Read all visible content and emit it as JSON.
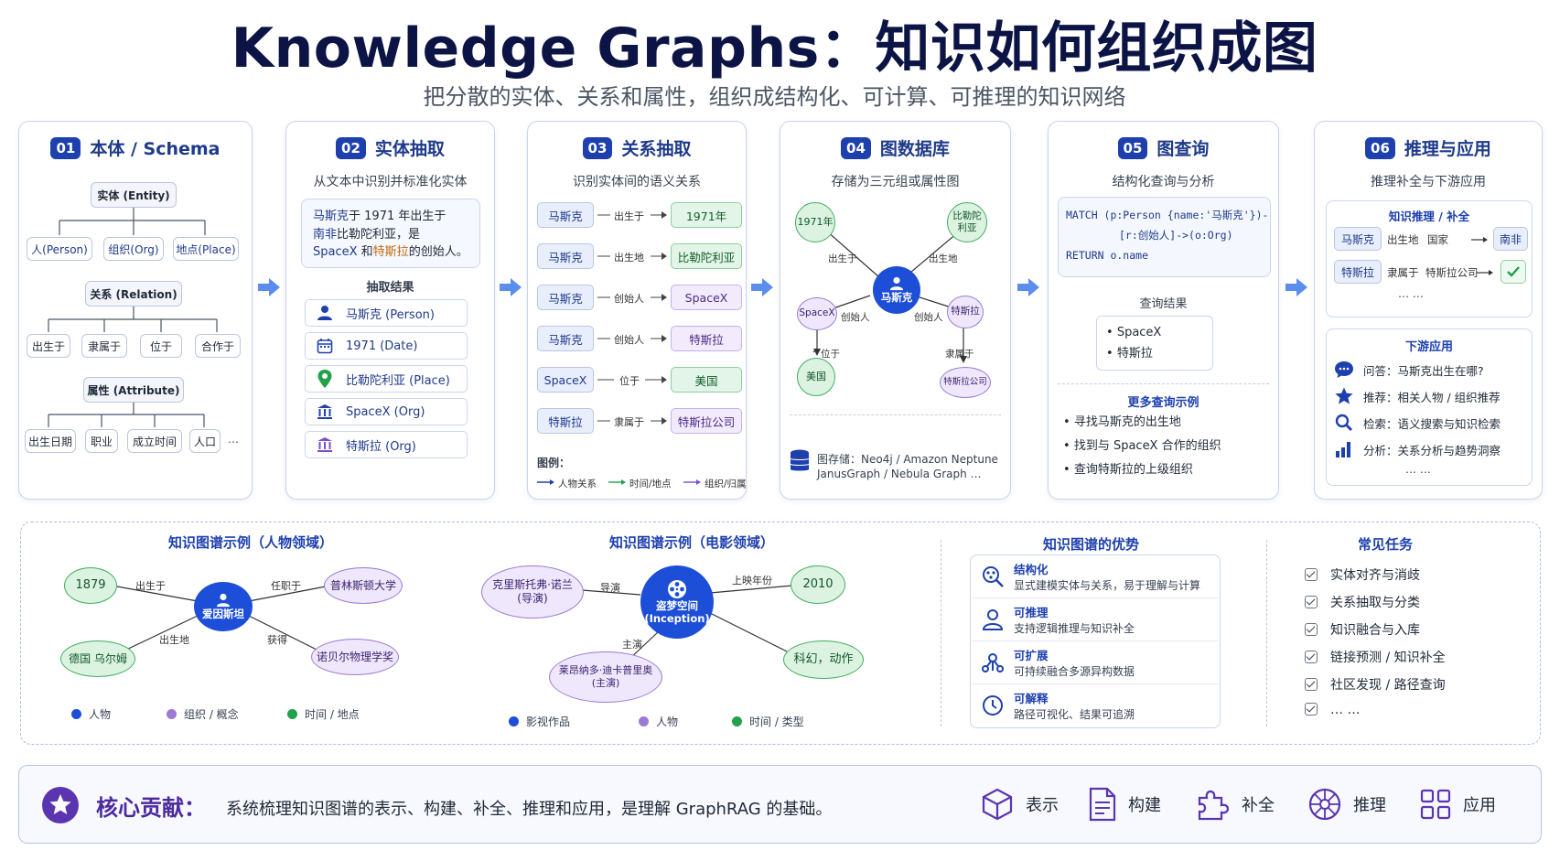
{
  "header": {
    "title": "Knowledge Graphs：知识如何组织成图",
    "subtitle": "把分散的实体、关系和属性，组织成结构化、可计算、可推理的知识网络"
  },
  "cards": [
    {
      "num": "01",
      "title": "本体 / Schema"
    },
    {
      "num": "02",
      "title": "实体抽取",
      "sub": "从文本中识别并标准化实体"
    },
    {
      "num": "03",
      "title": "关系抽取",
      "sub": "识别实体间的语义关系"
    },
    {
      "num": "04",
      "title": "图数据库",
      "sub": "存储为三元组或属性图"
    },
    {
      "num": "05",
      "title": "图查询",
      "sub": "结构化查询与分析"
    },
    {
      "num": "06",
      "title": "推理与应用",
      "sub": "推理补全与下游应用"
    }
  ],
  "schema": {
    "entity": "实体 (Entity)",
    "entity_types": [
      "人(Person)",
      "组织(Org)",
      "地点(Place)"
    ],
    "relation": "关系 (Relation)",
    "relation_types": [
      "出生于",
      "隶属于",
      "位于",
      "合作于"
    ],
    "attribute": "属性 (Attribute)",
    "attribute_types": [
      "出生日期",
      "职业",
      "成立时间",
      "人口"
    ],
    "more": "…"
  },
  "extraction": {
    "text_parts": [
      "马斯克",
      "于 1971 年出生于",
      "南非",
      "比勒陀利亚，是",
      "SpaceX",
      " 和",
      "特斯拉",
      "的创始人。"
    ],
    "result_title": "抽取结果",
    "results": [
      "马斯克 (Person)",
      "1971 (Date)",
      "比勒陀利亚 (Place)",
      "SpaceX (Org)",
      "特斯拉 (Org)"
    ]
  },
  "relations": {
    "rows": [
      {
        "h": "马斯克",
        "r": "出生于",
        "t": "1971年"
      },
      {
        "h": "马斯克",
        "r": "出生地",
        "t": "比勒陀利亚"
      },
      {
        "h": "马斯克",
        "r": "创始人",
        "t": "SpaceX"
      },
      {
        "h": "马斯克",
        "r": "创始人",
        "t": "特斯拉"
      },
      {
        "h": "SpaceX",
        "r": "位于",
        "t": "美国"
      },
      {
        "h": "特斯拉",
        "r": "隶属于",
        "t": "特斯拉公司"
      }
    ],
    "legend_title": "图例：",
    "legend": [
      "人物关系",
      "时间/地点",
      "组织/归属"
    ]
  },
  "graphdb": {
    "center": "马斯克",
    "nodes": [
      "1971年",
      "比勒陀\n利亚",
      "SpaceX",
      "特斯拉",
      "美国",
      "特斯拉公司"
    ],
    "edges": [
      "出生于",
      "出生地",
      "创始人",
      "创始人",
      "位于",
      "隶属于"
    ],
    "storage_line1": "图存储：Neo4j / Amazon Neptune",
    "storage_line2": "JanusGraph / Nebula Graph …"
  },
  "query": {
    "code_line1": "MATCH (p:Person {name:'马斯克'})-",
    "code_line2": "[r:创始人]->(o:Org)",
    "code_line3": "RETURN o.name",
    "result_title": "查询结果",
    "results": [
      "SpaceX",
      "特斯拉"
    ],
    "more_title": "更多查询示例",
    "more": [
      "寻找马斯克的出生地",
      "找到与 SpaceX 合作的组织",
      "查询特斯拉的上级组织"
    ]
  },
  "reasoning": {
    "infer_title": "知识推理 / 补全",
    "infer_rows": [
      {
        "a": "马斯克",
        "b": "出生地",
        "c": "国家",
        "d": "南非"
      },
      {
        "a": "特斯拉",
        "b": "隶属于",
        "c": "特斯拉公司",
        "d": ""
      }
    ],
    "infer_more": "… …",
    "app_title": "下游应用",
    "apps": [
      "问答：马斯克出生在哪?",
      "推荐：相关人物 / 组织推荐",
      "检索：语义搜索与知识检索",
      "分析：关系分析与趋势洞察"
    ],
    "apps_more": "… …"
  },
  "example_person": {
    "title": "知识图谱示例（人物领域）",
    "center": "爱因斯坦",
    "nodes": [
      "1879",
      "普林斯顿大学",
      "德国 乌尔姆",
      "诺贝尔物理学奖"
    ],
    "edges": [
      "出生于",
      "任职于",
      "出生地",
      "获得"
    ],
    "legend": [
      "人物",
      "组织 / 概念",
      "时间 / 地点"
    ]
  },
  "example_movie": {
    "title": "知识图谱示例（电影领域）",
    "center": "盗梦空间\n(Inception)",
    "nodes": [
      "克里斯托弗·诺兰\n(导演)",
      "2010",
      "莱昂纳多·迪卡普里奥\n(主演)",
      "科幻，动作"
    ],
    "edges": [
      "导演",
      "上映年份",
      "主演"
    ],
    "legend": [
      "影视作品",
      "人物",
      "时间 / 类型"
    ]
  },
  "advantages": {
    "title": "知识图谱的优势",
    "items": [
      {
        "t": "结构化",
        "d": "显式建模实体与关系，易于理解与计算"
      },
      {
        "t": "可推理",
        "d": "支持逻辑推理与知识补全"
      },
      {
        "t": "可扩展",
        "d": "可持续融合多源异构数据"
      },
      {
        "t": "可解释",
        "d": "路径可视化、结果可追溯"
      }
    ]
  },
  "tasks": {
    "title": "常见任务",
    "items": [
      "实体对齐与消歧",
      "关系抽取与分类",
      "知识融合与入库",
      "链接预测 / 知识补全",
      "社区发现 / 路径查询",
      "… …"
    ]
  },
  "footer": {
    "label": "核心贡献：",
    "text": "系统梳理知识图谱的表示、构建、补全、推理和应用，是理解 GraphRAG 的基础。",
    "tools": [
      "表示",
      "构建",
      "补全",
      "推理",
      "应用"
    ]
  },
  "colors": {
    "primary": "#1e40af",
    "green": "#3fae5c",
    "purple": "#9b7ad6",
    "border": "#c7d4ee"
  }
}
